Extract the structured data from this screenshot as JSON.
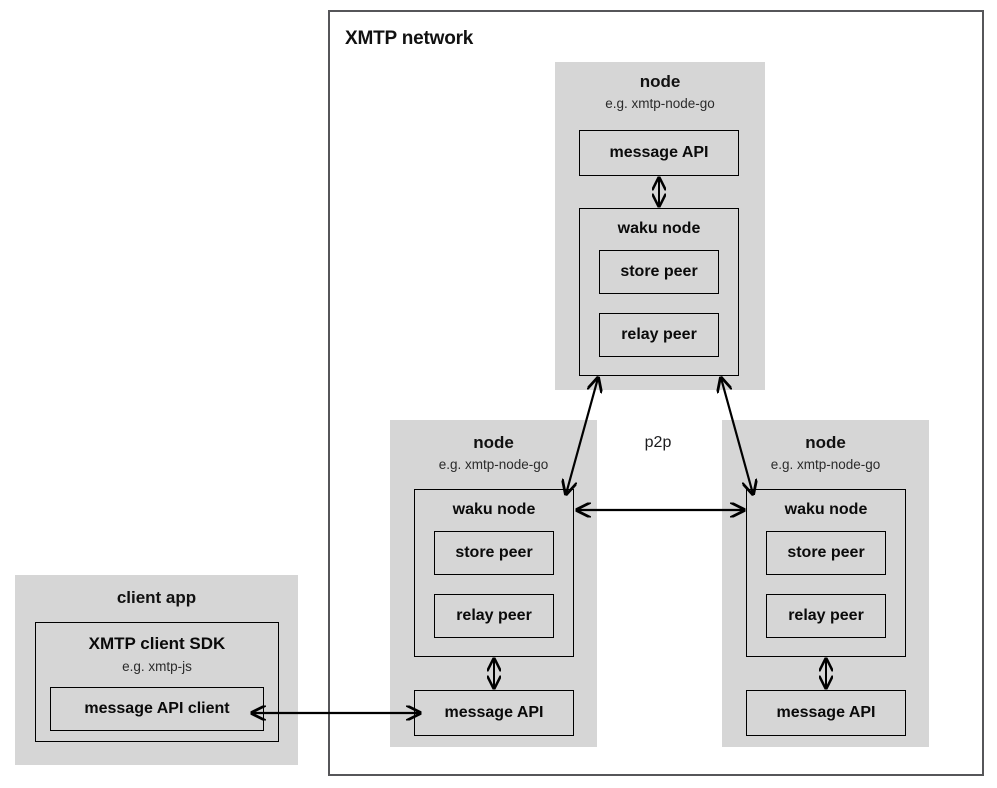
{
  "diagram": {
    "network": {
      "title": "XMTP network"
    },
    "labels": {
      "p2p": "p2p"
    },
    "nodes": [
      {
        "id": "node-top",
        "title": "node",
        "subtitle": "e.g. xmtp-node-go",
        "message_api": "message API",
        "waku": {
          "title": "waku node",
          "store_peer": "store peer",
          "relay_peer": "relay peer"
        }
      },
      {
        "id": "node-bottom-left",
        "title": "node",
        "subtitle": "e.g. xmtp-node-go",
        "message_api": "message API",
        "waku": {
          "title": "waku node",
          "store_peer": "store peer",
          "relay_peer": "relay peer"
        }
      },
      {
        "id": "node-bottom-right",
        "title": "node",
        "subtitle": "e.g. xmtp-node-go",
        "message_api": "message API",
        "waku": {
          "title": "waku node",
          "store_peer": "store peer",
          "relay_peer": "relay peer"
        }
      }
    ],
    "client_app": {
      "title": "client app",
      "sdk": {
        "title": "XMTP client SDK",
        "subtitle": "e.g. xmtp-js",
        "message_api_client": "message API client"
      }
    },
    "colors": {
      "block_fill": "#d6d6d6",
      "box_border": "#000000",
      "frame_border": "#565659",
      "text": "#111111",
      "background": "#ffffff"
    }
  }
}
